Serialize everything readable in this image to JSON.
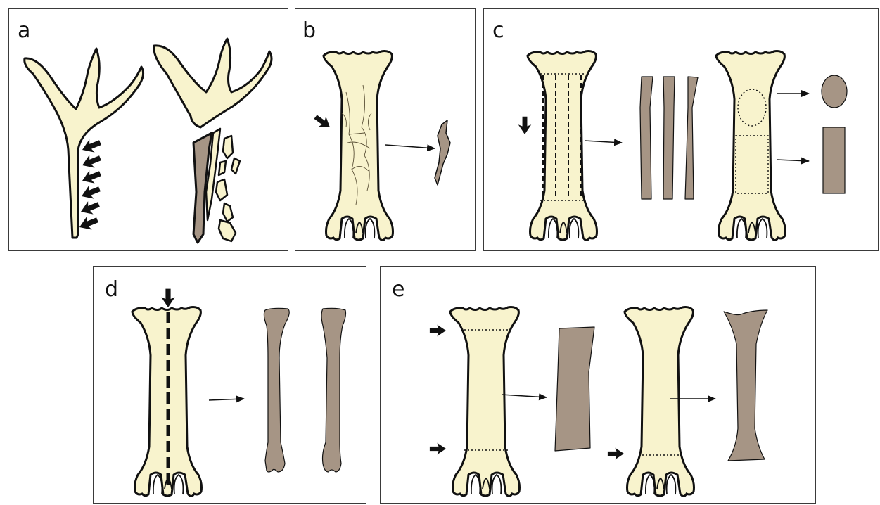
{
  "panels": {
    "a": {
      "label": "a"
    },
    "b": {
      "label": "b"
    },
    "c": {
      "label": "c"
    },
    "d": {
      "label": "d"
    },
    "e": {
      "label": "e"
    }
  },
  "colors": {
    "bone": "#f8f3cd",
    "product": "#a69585",
    "outline": "#111111"
  }
}
